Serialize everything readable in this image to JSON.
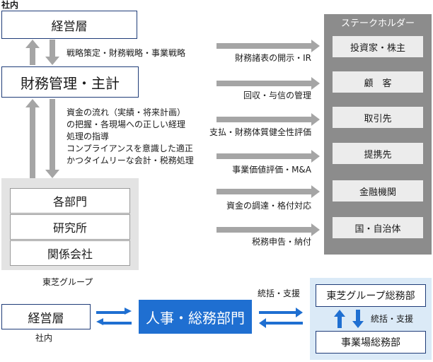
{
  "colors": {
    "navy_border": "#1f3c78",
    "arrow_gray": "#a5a5a5",
    "stakeholder_panel": "#8c8c8c",
    "stakeholder_box": "#ececec",
    "group_panel": "#e3e3e3",
    "blue_box": "#1f6fd1",
    "blue_arrow": "#1f6fd1",
    "right_panel": "#dbeaf7"
  },
  "top": {
    "label_shanai": "社内",
    "keieiso": "経営層",
    "arrow_label": "戦略策定・財務戦略・事業戦略",
    "zaimu": "財務管理・主計",
    "notes": [
      "資金の流れ（実績・将来計画）",
      "の把握・各現場への正しい経理",
      "処理の指導",
      "コンプライアンスを意識した適正",
      "かつタイムリーな会計・税務処理"
    ]
  },
  "group": {
    "items": [
      "各部門",
      "研究所",
      "関係会社"
    ],
    "caption": "東芝グループ"
  },
  "stakeholders": {
    "title": "ステークホルダー",
    "items": [
      "投資家・株主",
      "顧　客",
      "取引先",
      "提携先",
      "金融機関",
      "国・自治体"
    ],
    "arrow_labels": [
      "財務諸表の開示・IR",
      "回収・与信の管理",
      "支払・財務体質健全性評価",
      "事業価値評価・M&A",
      "資金の調達・格付対応",
      "税務申告・納付"
    ]
  },
  "bottom": {
    "keieiso": "経営層",
    "label_shanai": "社内",
    "hr": "人事・総務部門",
    "top_label": "統括・支援",
    "group_soumu": "東芝グループ総務部",
    "mid_label": "統括・支援",
    "jigyosho": "事業場総務部"
  }
}
